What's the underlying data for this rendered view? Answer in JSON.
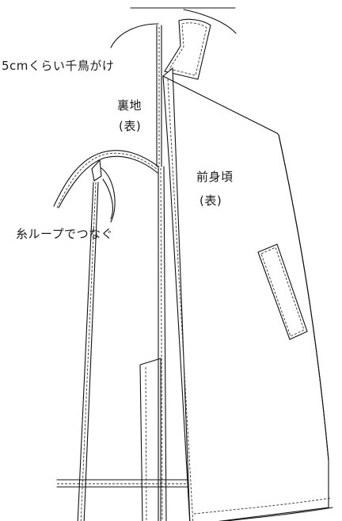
{
  "labels": {
    "stitch_note": "5cmくらい千鳥がけ",
    "lining": "裏地",
    "lining_side": "(表)",
    "front_body": "前身頃",
    "front_body_side": "(表)",
    "thread_loop_note": "糸ループでつなぐ"
  }
}
